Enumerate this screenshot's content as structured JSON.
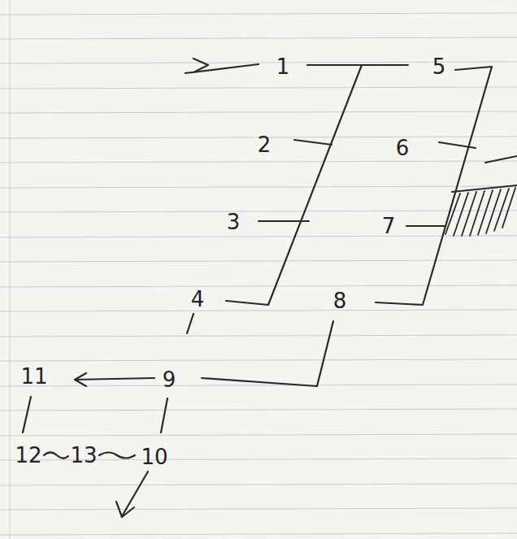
{
  "diagram": {
    "labels": [
      "1",
      "5",
      "2",
      "6",
      "3",
      "7",
      "4",
      "8",
      "9",
      "11",
      "12",
      "13",
      "10"
    ]
  }
}
